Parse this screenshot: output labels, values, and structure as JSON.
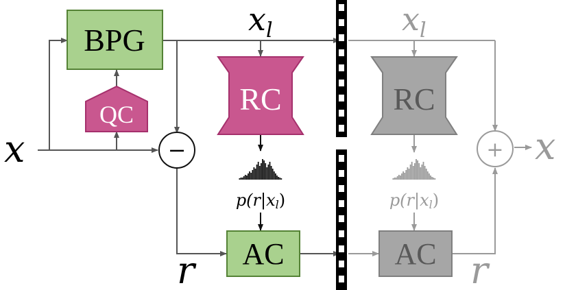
{
  "encoder": {
    "input_label": "x",
    "bpg_label": "BPG",
    "qc_label": "QC",
    "xl_main": "x",
    "xl_sub": "l",
    "rc_label": "RC",
    "minus_symbol": "−",
    "prob_p": "p(",
    "prob_r": "r",
    "prob_bar": "|",
    "prob_x": "x",
    "prob_sub": "l",
    "prob_close": ")",
    "ac_label": "AC",
    "residual_label": "r"
  },
  "decoder": {
    "xl_main": "x",
    "xl_sub": "l",
    "rc_label": "RC",
    "plus_symbol": "+",
    "output_label": "x",
    "prob_p": "p(",
    "prob_r": "r",
    "prob_bar": "|",
    "prob_x": "x",
    "prob_sub": "l",
    "prob_close": ")",
    "ac_label": "AC",
    "residual_label": "r"
  },
  "colors": {
    "green_fill": "#a9d18e",
    "green_stroke": "#548235",
    "pink_fill": "#c9578f",
    "pink_stroke": "#a5306c",
    "gray_fill": "#a6a6a6",
    "gray_stroke": "#7f7f7f",
    "gray_text": "#9a9a9a",
    "line": "#555555"
  }
}
